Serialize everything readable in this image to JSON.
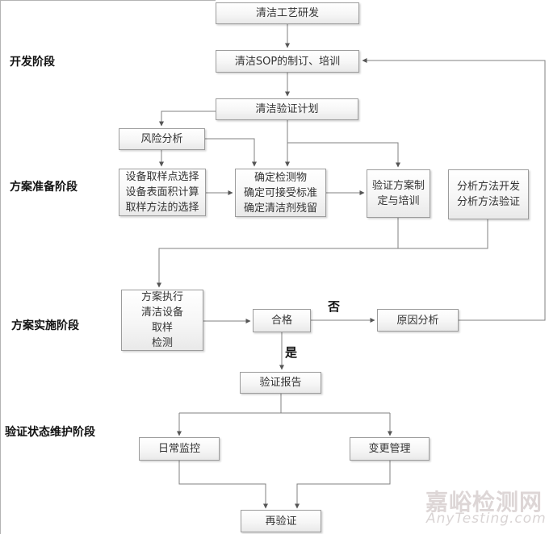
{
  "phases": {
    "development": "开发阶段",
    "preparation": "方案准备阶段",
    "implementation": "方案实施阶段",
    "maintenance": "验证状态维护阶段"
  },
  "nodes": {
    "process_rd": {
      "label": "清洁工艺研发"
    },
    "sop": {
      "label": "清洁SOP的制订、培训"
    },
    "plan": {
      "label": "清洁验证计划"
    },
    "risk": {
      "label": "风险分析"
    },
    "sampling": {
      "lines": [
        "设备取样点选择",
        "设备表面积计算",
        "取样方法的选择"
      ]
    },
    "determine": {
      "lines": [
        "确定检测物",
        "确定可接受标准",
        "确定清洁剂残留"
      ]
    },
    "protocol": {
      "lines": [
        "验证方案制",
        "定与培训"
      ]
    },
    "analysis": {
      "lines": [
        "分析方法开发",
        "分析方法验证"
      ]
    },
    "execute": {
      "lines": [
        "方案执行",
        "清洁设备",
        "取样",
        "检测"
      ]
    },
    "pass": {
      "label": "合格"
    },
    "cause": {
      "label": "原因分析"
    },
    "report": {
      "label": "验证报告"
    },
    "monitor": {
      "label": "日常监控"
    },
    "change": {
      "label": "变更管理"
    },
    "revalidate": {
      "label": "再验证"
    }
  },
  "decision_labels": {
    "no": "否",
    "yes": "是"
  },
  "watermark": {
    "cn": "嘉峪检测网",
    "en": "AnyTesting.com"
  },
  "colors": {
    "box_border": "#9c9c9c",
    "box_fill_top": "#ffffff",
    "box_fill_bottom": "#e9e9e9",
    "connector": "#808080",
    "arrowhead": "#555555",
    "text": "#333333",
    "phase_label": "#111111",
    "watermark_cn": "#ddd6d6",
    "watermark_en": "#d9d4d4",
    "edge_line": "#b3b3b3"
  }
}
